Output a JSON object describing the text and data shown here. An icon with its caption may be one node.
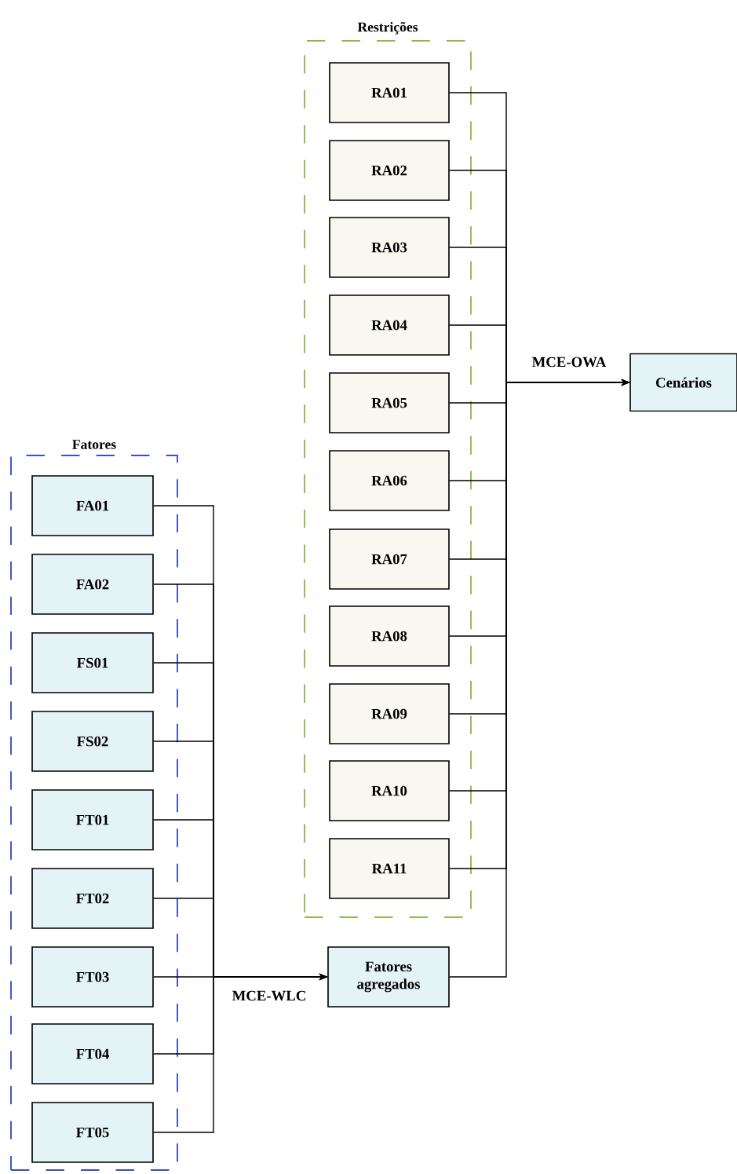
{
  "diagram": {
    "nodes": [
      {
        "text": [
          "Restrições"
        ]
      },
      {
        "text": [
          "RA01"
        ],
        "in": 0
      },
      {
        "text": [
          "RA02"
        ],
        "in": 0
      },
      {
        "text": [
          "RA03"
        ],
        "in": 0
      },
      {
        "text": [
          "RA04"
        ],
        "in": 0
      },
      {
        "text": [
          "RA05"
        ],
        "in": 0
      },
      {
        "text": [
          "RA06"
        ],
        "in": 0
      },
      {
        "text": [
          "RA07"
        ],
        "in": 0
      },
      {
        "text": [
          "RA08"
        ],
        "in": 0
      },
      {
        "text": [
          "RA09"
        ],
        "in": 0
      },
      {
        "text": [
          "RA10"
        ],
        "in": 0
      },
      {
        "text": [
          "RA11"
        ],
        "in": 0
      },
      {
        "text": [
          "Cenários"
        ]
      },
      {
        "text": [
          "Fatores"
        ]
      },
      {
        "text": [
          "FA01"
        ],
        "in": 13
      },
      {
        "text": [
          "FA02"
        ],
        "in": 13
      },
      {
        "text": [
          "FS01"
        ],
        "in": 13
      },
      {
        "text": [
          "FS02"
        ],
        "in": 13
      },
      {
        "text": [
          "FT01"
        ],
        "in": 13
      },
      {
        "text": [
          "FT02"
        ],
        "in": 13
      },
      {
        "text": [
          "FT03"
        ],
        "in": 13
      },
      {
        "text": [
          "FT04"
        ],
        "in": 13
      },
      {
        "text": [
          "FT05"
        ],
        "in": 13
      },
      {
        "text": [
          "Fatores agregados"
        ]
      }
    ],
    "edges": [
      {
        "from": 1,
        "to": 12,
        "arrow": "to"
      },
      {
        "from": 2,
        "to": 12,
        "arrow": "to"
      },
      {
        "from": 3,
        "to": 12,
        "arrow": "to"
      },
      {
        "from": 4,
        "to": 12,
        "arrow": "to"
      },
      {
        "from": 5,
        "to": 12,
        "arrow": "to"
      },
      {
        "from": 6,
        "to": 12,
        "arrow": "to",
        "label": "MCE-OWA"
      },
      {
        "from": 7,
        "to": 12,
        "arrow": "to"
      },
      {
        "from": 8,
        "to": 12,
        "arrow": "to"
      },
      {
        "from": 9,
        "to": 12,
        "arrow": "to"
      },
      {
        "from": 10,
        "to": 12,
        "arrow": "to"
      },
      {
        "from": 11,
        "to": 12,
        "arrow": "to"
      },
      {
        "from": 23,
        "to": 12,
        "arrow": "to"
      },
      {
        "from": 14,
        "to": 23,
        "arrow": "to"
      },
      {
        "from": 15,
        "to": 23,
        "arrow": "to"
      },
      {
        "from": 16,
        "to": 23,
        "arrow": "to"
      },
      {
        "from": 17,
        "to": 23,
        "arrow": "to"
      },
      {
        "from": 18,
        "to": 23,
        "arrow": "to"
      },
      {
        "from": 19,
        "to": 23,
        "arrow": "to"
      },
      {
        "from": 20,
        "to": 23,
        "arrow": "to",
        "label": "MCE-WLC"
      },
      {
        "from": 21,
        "to": 23,
        "arrow": "to"
      },
      {
        "from": 22,
        "to": 23,
        "arrow": "to"
      }
    ]
  }
}
